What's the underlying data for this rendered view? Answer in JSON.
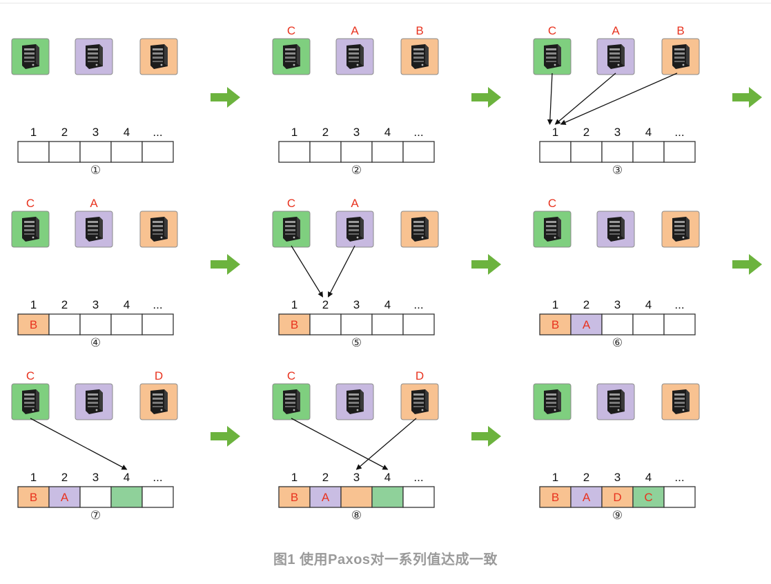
{
  "caption": "图1 使用Paxos对一系列值达成一致",
  "slot_numbers": [
    "1",
    "2",
    "3",
    "4",
    "..."
  ],
  "colors": {
    "green_server": "#7fcf7f",
    "purple_server": "#c7b9e0",
    "orange_server": "#f8c291",
    "cell_orange": "#f8c291",
    "cell_purple": "#c9bde3",
    "cell_green": "#8fd19a",
    "value_label": "#e8331f",
    "arrow": "#6cb33e"
  },
  "panels": [
    {
      "step": "①",
      "labels": [
        "",
        "",
        ""
      ],
      "cells": [
        null,
        null,
        null,
        null,
        null
      ],
      "lines": []
    },
    {
      "step": "②",
      "labels": [
        "C",
        "A",
        "B"
      ],
      "cells": [
        null,
        null,
        null,
        null,
        null
      ],
      "lines": []
    },
    {
      "step": "③",
      "labels": [
        "C",
        "A",
        "B"
      ],
      "cells": [
        null,
        null,
        null,
        null,
        null
      ],
      "lines": [
        [
          0,
          0
        ],
        [
          1,
          0
        ],
        [
          2,
          0
        ]
      ]
    },
    {
      "step": "④",
      "labels": [
        "C",
        "A",
        ""
      ],
      "cells": [
        {
          "fill": "orange",
          "text": "B"
        },
        null,
        null,
        null,
        null
      ],
      "lines": []
    },
    {
      "step": "⑤",
      "labels": [
        "C",
        "A",
        ""
      ],
      "cells": [
        {
          "fill": "orange",
          "text": "B"
        },
        null,
        null,
        null,
        null
      ],
      "lines": [
        [
          0,
          1
        ],
        [
          1,
          1
        ]
      ]
    },
    {
      "step": "⑥",
      "labels": [
        "C",
        "",
        ""
      ],
      "cells": [
        {
          "fill": "orange",
          "text": "B"
        },
        {
          "fill": "purple",
          "text": "A"
        },
        null,
        null,
        null
      ],
      "lines": []
    },
    {
      "step": "⑦",
      "labels": [
        "C",
        "",
        "D"
      ],
      "cells": [
        {
          "fill": "orange",
          "text": "B"
        },
        {
          "fill": "purple",
          "text": "A"
        },
        null,
        {
          "fill": "green",
          "text": ""
        },
        null
      ],
      "lines": [
        [
          0,
          3
        ]
      ]
    },
    {
      "step": "⑧",
      "labels": [
        "C",
        "",
        "D"
      ],
      "cells": [
        {
          "fill": "orange",
          "text": "B"
        },
        {
          "fill": "purple",
          "text": "A"
        },
        {
          "fill": "orange",
          "text": ""
        },
        {
          "fill": "green",
          "text": ""
        },
        null
      ],
      "lines": [
        [
          0,
          3
        ],
        [
          2,
          2
        ]
      ]
    },
    {
      "step": "⑨",
      "labels": [
        "",
        "",
        ""
      ],
      "cells": [
        {
          "fill": "orange",
          "text": "B"
        },
        {
          "fill": "purple",
          "text": "A"
        },
        {
          "fill": "orange",
          "text": "D"
        },
        {
          "fill": "green",
          "text": "C"
        },
        null
      ],
      "lines": []
    }
  ]
}
